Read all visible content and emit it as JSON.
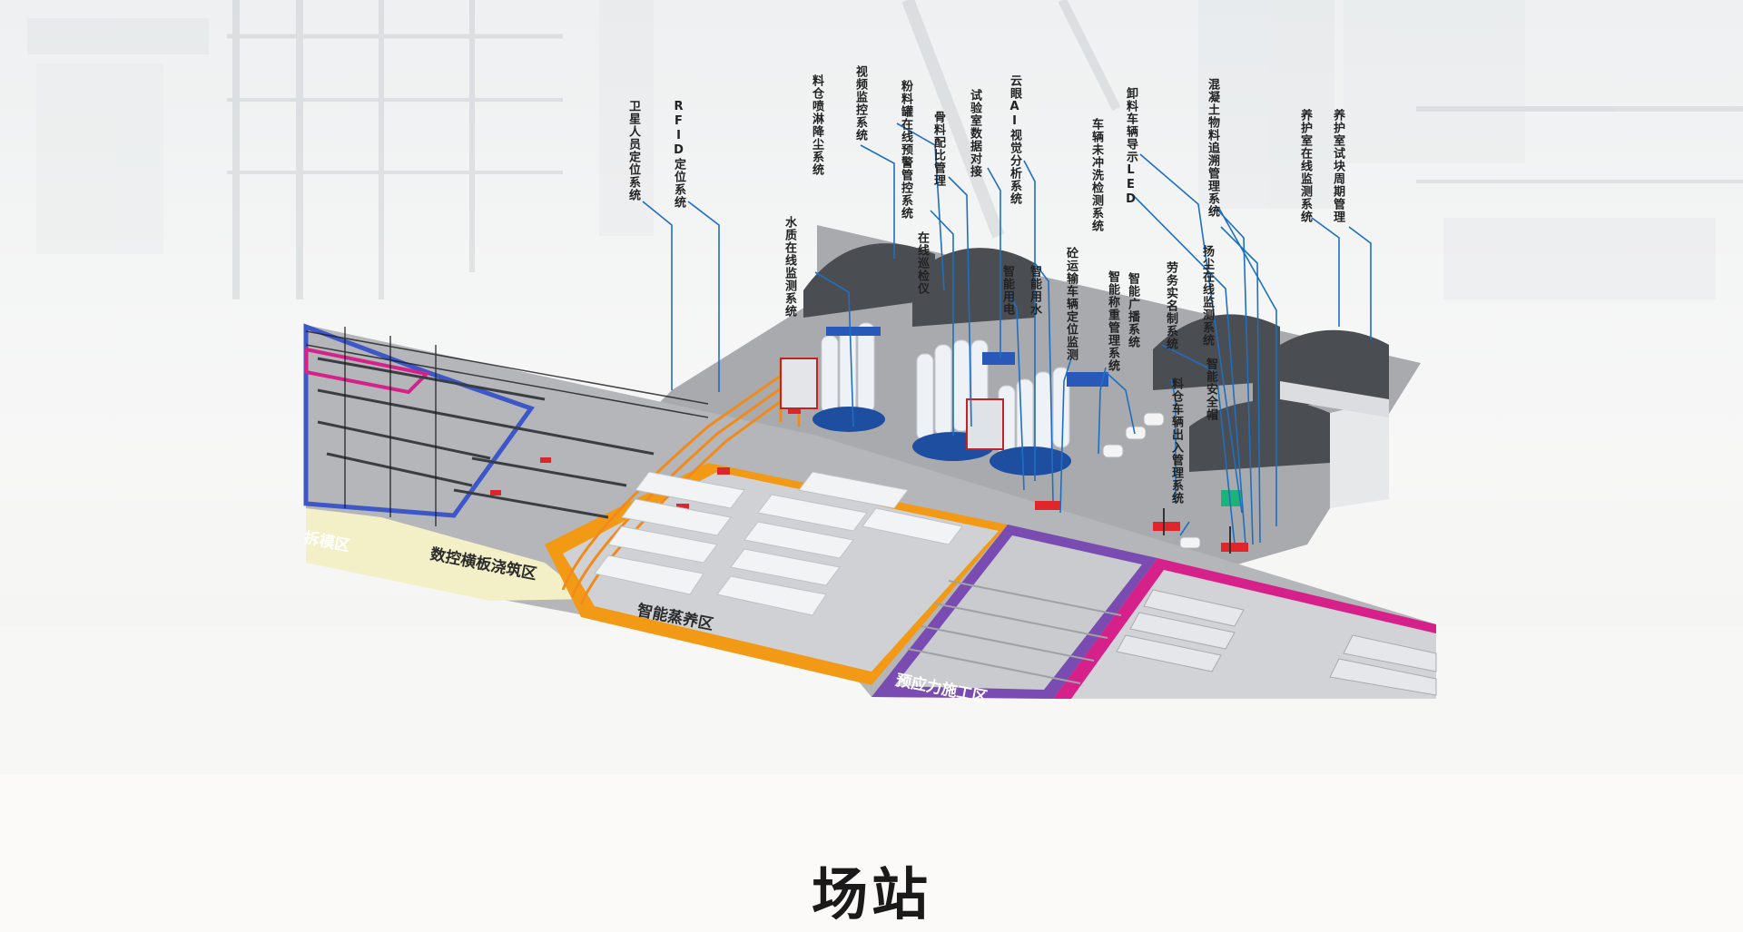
{
  "title": "场站",
  "zones": [
    {
      "id": "z1",
      "label": "数控横板浇筑区"
    },
    {
      "id": "z2",
      "label": "智能蒸养区"
    },
    {
      "id": "z3",
      "label": "预应力施工区"
    },
    {
      "id": "z4",
      "label": "拆模区"
    }
  ],
  "systems": [
    {
      "id": "s1",
      "label": "卫星人员定位系统"
    },
    {
      "id": "s2",
      "label": "RFID定位系统"
    },
    {
      "id": "s3",
      "label": "料仓喷淋降尘系统"
    },
    {
      "id": "s4",
      "label": "视频监控系统"
    },
    {
      "id": "s5",
      "label": "水质在线监测系统"
    },
    {
      "id": "s6",
      "label": "粉料罐在线预警管控系统"
    },
    {
      "id": "s7",
      "label": "在线巡检仪"
    },
    {
      "id": "s8",
      "label": "骨料配比管理"
    },
    {
      "id": "s9",
      "label": "试验室数据对接"
    },
    {
      "id": "s10",
      "label": "智能用电"
    },
    {
      "id": "s11",
      "label": "云眼AI视觉分析系统"
    },
    {
      "id": "s12",
      "label": "智能用水"
    },
    {
      "id": "s13",
      "label": "砼运输车辆定位监测"
    },
    {
      "id": "s14",
      "label": "车辆未冲洗检测系统"
    },
    {
      "id": "s15",
      "label": "智能称重管理系统"
    },
    {
      "id": "s16",
      "label": "卸料车辆导示LED"
    },
    {
      "id": "s17",
      "label": "智能广播系统"
    },
    {
      "id": "s18",
      "label": "劳务实名制系统"
    },
    {
      "id": "s19",
      "label": "混凝土物料追溯管理系统"
    },
    {
      "id": "s20",
      "label": "扬尘在线监测系统"
    },
    {
      "id": "s21",
      "label": "料仓车辆出入管理系统"
    },
    {
      "id": "s22",
      "label": "智能安全帽"
    },
    {
      "id": "s23",
      "label": "养护室在线监测系统"
    },
    {
      "id": "s24",
      "label": "养护室试块周期管理"
    }
  ],
  "colors": {
    "ground": "#a9abb0",
    "callout_line": "#1f6fc0",
    "zone_cream": "#f3f0c8",
    "zone_orange": "#f29a16",
    "zone_purple": "#7a4bb0",
    "zone_magenta": "#d6208a",
    "zone_blue": "#3d57c9",
    "shed_roof": "#4a4d52",
    "silo": "#eef1f5",
    "silo_base": "#1d4ea0"
  }
}
